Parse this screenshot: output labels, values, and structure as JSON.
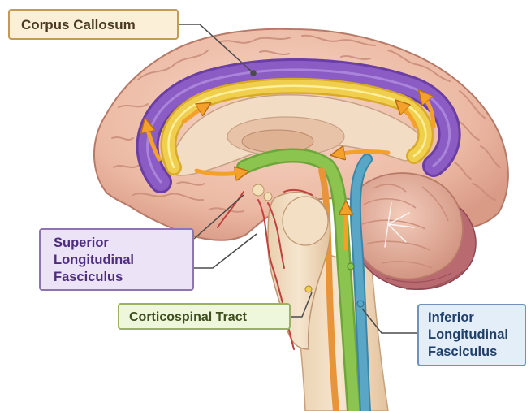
{
  "labels": {
    "corpus_callosum": [
      "Corpus Callosum"
    ],
    "superior_longitudinal_fasciculus": [
      "Superior",
      "Longitudinal",
      "Fasciculus"
    ],
    "corticospinal_tract": [
      "Corticospinal Tract"
    ],
    "inferior_longitudinal_fasciculus": [
      "Inferior",
      "Longitudinal",
      "Fasciculus"
    ]
  },
  "colors": {
    "cortex": "#efc3ae",
    "cortex_dark": "#c98c79",
    "purple_tract": "#8a5cc4",
    "yellow_tract": "#f1cf4e",
    "green_tract": "#8cc450",
    "blue_tract": "#5aa6c7",
    "orange_arrow": "#f3a12a",
    "cerebellum": "#e9b49e",
    "brainstem": "#f0dcc0",
    "vessel": "#c0413e"
  }
}
